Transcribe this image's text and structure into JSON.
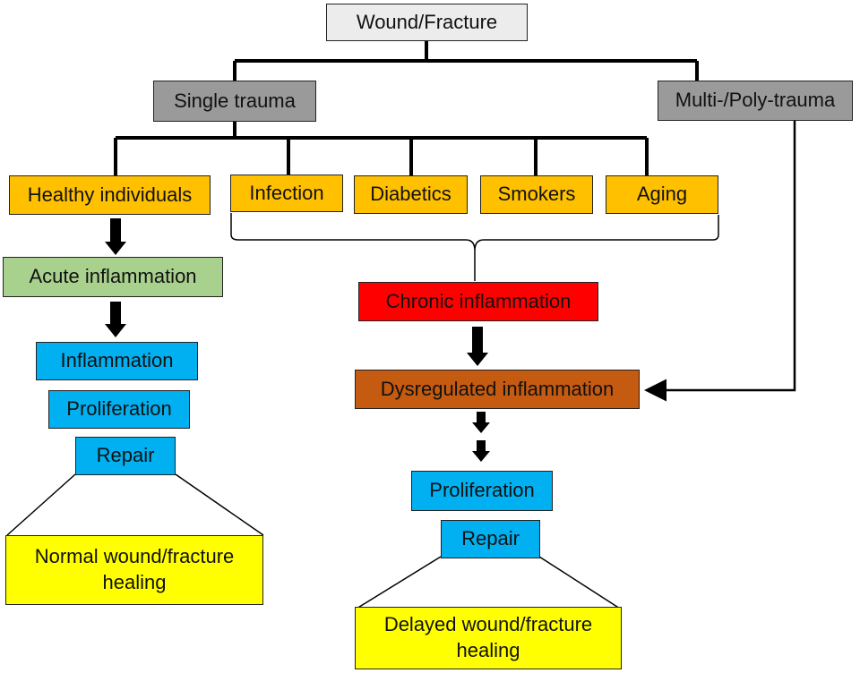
{
  "nodes": {
    "root": "Wound/Fracture",
    "single": "Single trauma",
    "multi": "Multi-/Poly-trauma",
    "healthy": "Healthy individuals",
    "infection": "Infection",
    "diabetics": "Diabetics",
    "smokers": "Smokers",
    "aging": "Aging",
    "acute": "Acute inflammation",
    "inflammation": "Inflammation",
    "proliferation_left": "Proliferation",
    "repair_left": "Repair",
    "normal_healing": "Normal wound/fracture healing",
    "chronic": "Chronic inflammation",
    "dysregulated": "Dysregulated inflammation",
    "proliferation_right": "Proliferation",
    "repair_right": "Repair",
    "delayed_healing": "Delayed wound/fracture healing"
  },
  "colors": {
    "root": "#ececec",
    "trauma": "#9a9a9a",
    "risk_group": "#ffc000",
    "acute": "#a9d18e",
    "phase": "#00b0f0",
    "chronic": "#ff0000",
    "dysregulated": "#c55a11",
    "outcome": "#ffff00"
  }
}
